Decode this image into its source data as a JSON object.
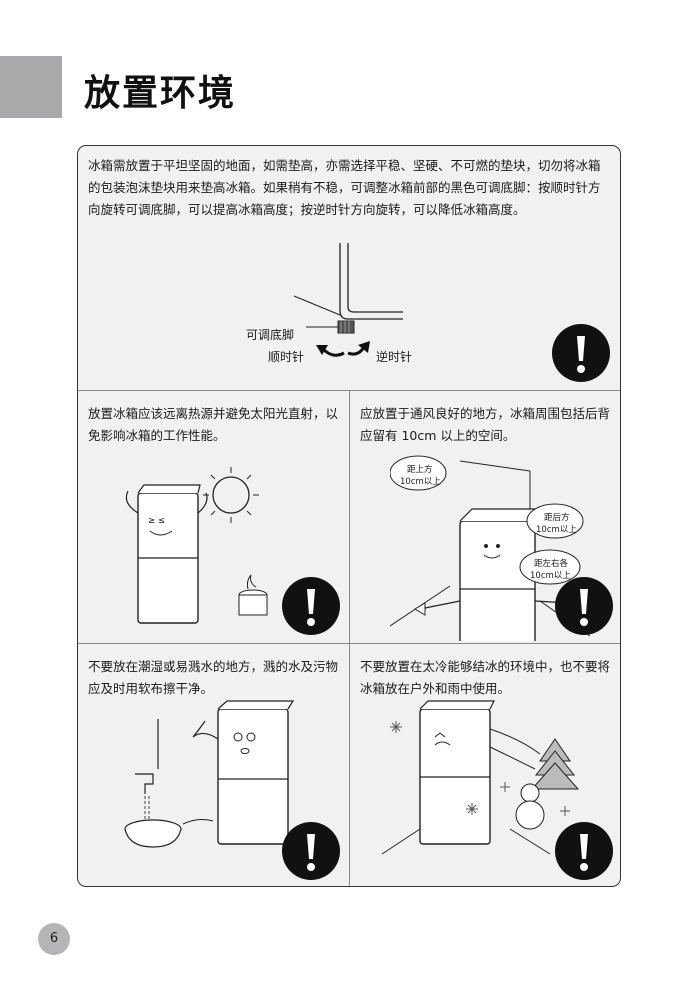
{
  "page": {
    "title": "放置环境",
    "page_number": "6"
  },
  "sections": {
    "top": {
      "text": "冰箱需放置于平坦坚固的地面，如需垫高，亦需选择平稳、坚硬、不可燃的垫块，切勿将冰箱的包装泡沫垫块用来垫高冰箱。如果稍有不稳，可调整冰箱前部的黑色可调底脚：按顺时针方向旋转可调底脚，可以提高冰箱高度；按逆时针方向旋转，可以降低冰箱高度。",
      "labels": {
        "foot": "可调底脚",
        "clockwise": "顺时针",
        "counterclockwise": "逆时针"
      }
    },
    "middle_left": {
      "text": "放置冰箱应该远离热源并避免太阳光直射，以免影响冰箱的工作性能。"
    },
    "middle_right": {
      "text": "应放置于通风良好的地方，冰箱周围包括后背应留有 10cm 以上的空间。",
      "labels": {
        "top_line1": "距上方",
        "top_line2": "10cm以上",
        "back_line1": "距后方",
        "back_line2": "10cm以上",
        "side_line1": "距左右各",
        "side_line2": "10cm以上"
      }
    },
    "bottom_left": {
      "text": "不要放在潮湿或易溅水的地方，溅的水及污物应及时用软布擦干净。"
    },
    "bottom_right": {
      "text": "不要放置在太冷能够结冰的环境中，也不要将冰箱放在户外和雨中使用。"
    }
  },
  "icons": {
    "warning": "exclamation-circle-icon"
  },
  "colors": {
    "panel_bg": "#f1f1f1",
    "tab_gray": "#a9a9ab",
    "warning_bg": "#111111"
  }
}
